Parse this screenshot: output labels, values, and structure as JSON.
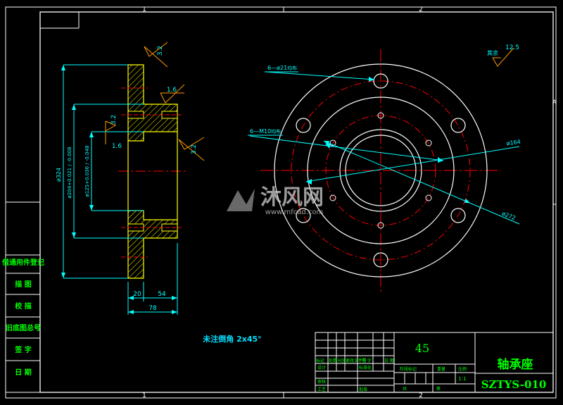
{
  "border": {
    "zone_top": [
      "1",
      "2"
    ],
    "zone_bottom": [
      "1",
      "2"
    ],
    "zone_right": [
      "A"
    ]
  },
  "colors": {
    "background": "#000000",
    "frame": "#ffffff",
    "part": "#ffff00",
    "dimension": "#00ffff",
    "roughness": "#ff9900",
    "centerline": "#ff0000",
    "text_green": "#00ff00",
    "text_cyan": "#00e0ff"
  },
  "roughness": {
    "general_prefix": "其余",
    "general_value": "12.5",
    "r1": "3.2",
    "r2": "1.6",
    "r3": "3.2",
    "r4": "1.6",
    "r5": "3.2"
  },
  "dimensions": {
    "d324": "ø324",
    "d204": "ø204+0.021 / -0.008",
    "d125": "ø125+0.036 / -0.048",
    "w20": "20",
    "w54": "54",
    "w78": "78",
    "holes_a": "6—ø21",
    "holes_a_suffix": "均布",
    "holes_b": "6—M10",
    "holes_b_suffix": "均布",
    "d164": "ø164",
    "d272": "ø272"
  },
  "note": "未注倒角 2x45°",
  "watermark": {
    "brand": "沐风网",
    "url": "www.mfcad.com"
  },
  "left_strip": [
    "借通用件登记",
    "描 图",
    "校 描",
    "旧底图总号",
    "签 字",
    "日 期"
  ],
  "title_block": {
    "material": "45",
    "part_name": "轴承座",
    "drawing_no": "SZTYS-010",
    "scale": "1:1",
    "hdr_mark": "标记",
    "hdr_count": "处数",
    "hdr_zone": "分区",
    "hdr_doc": "更改文件号",
    "hdr_sign": "签 字",
    "hdr_date": "日 期",
    "design": "设计",
    "standard": "标准化",
    "stage_mark": "阶段标记",
    "weight": "重量",
    "ratio": "比例",
    "check": "审核",
    "craft": "工艺",
    "approve": "批准",
    "sheets": "共",
    "sheet": "第",
    "date": "日期"
  }
}
